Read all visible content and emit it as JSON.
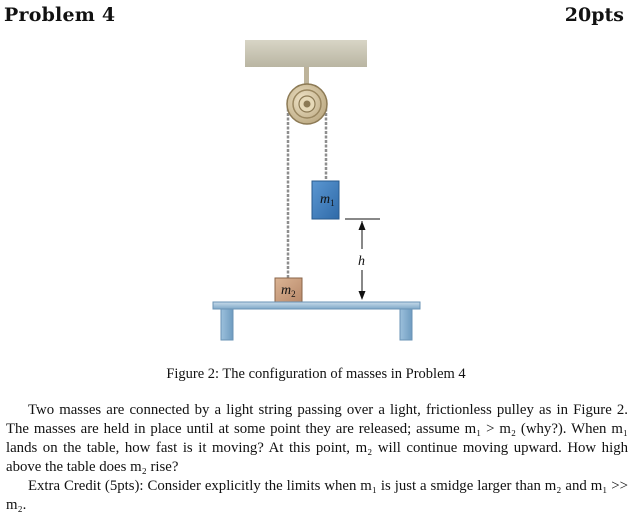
{
  "header": {
    "title": "Problem 4",
    "points": "20pts"
  },
  "figure": {
    "mass1_label": "m",
    "mass1_sub": "1",
    "mass2_label": "m",
    "mass2_sub": "2",
    "height_label": "h",
    "caption": "Figure 2: The configuration of masses in Problem 4",
    "colors": {
      "ceiling": "#c9c5b4",
      "table": "#8fb4d3",
      "mass1": "#3f7fc1",
      "mass2": "#c79c7c",
      "pulley": "#d4c4a0",
      "string": "#9a9a9a"
    }
  },
  "problem": {
    "paragraph1": "Two masses are connected by a light string passing over a light, frictionless pulley as in Figure 2. The masses are held in place until at some point they are released; assume m₁ > m₂ (why?). When m₁ lands on the table, how fast is it moving? At this point, m₂ will continue moving upward. How high above the table does m₂ rise?",
    "paragraph2": "Extra Credit (5pts): Consider explicitly the limits when m₁ is just a smidge larger than m₂ and m₁ >> m₂."
  }
}
